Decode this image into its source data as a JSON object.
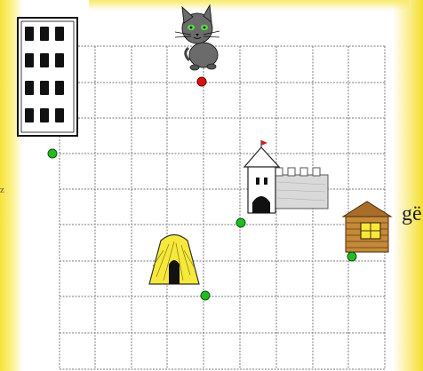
{
  "scene": {
    "grid": {
      "columns": 9,
      "rows": 9,
      "line_color": "#777777",
      "background": "#ffffff"
    },
    "characters": [
      {
        "name": "cat",
        "icon": "cat-icon"
      }
    ],
    "landmarks": [
      {
        "name": "tall-building",
        "icon": "building-icon"
      },
      {
        "name": "castle",
        "icon": "castle-icon"
      },
      {
        "name": "haystack",
        "icon": "haystack-icon"
      },
      {
        "name": "log-hut",
        "icon": "log-hut-icon"
      }
    ],
    "markers": [
      {
        "name": "start-point",
        "color": "#dd1111"
      },
      {
        "name": "building-point",
        "color": "#22bb22"
      },
      {
        "name": "castle-point",
        "color": "#22bb22"
      },
      {
        "name": "haystack-point",
        "color": "#22bb22"
      },
      {
        "name": "hut-point",
        "color": "#22bb22"
      }
    ]
  },
  "page_fragments": {
    "left_text": "z",
    "right_text": "gë"
  },
  "colors": {
    "yellow_glow": "#f7e23a",
    "marker_green": "#22bb22",
    "marker_red": "#dd1111",
    "haystack_yellow": "#f6e93c",
    "wall_gray": "#d9d9d9",
    "hut_brown": "#c48a3a",
    "cat_gray": "#6b6b6b"
  }
}
